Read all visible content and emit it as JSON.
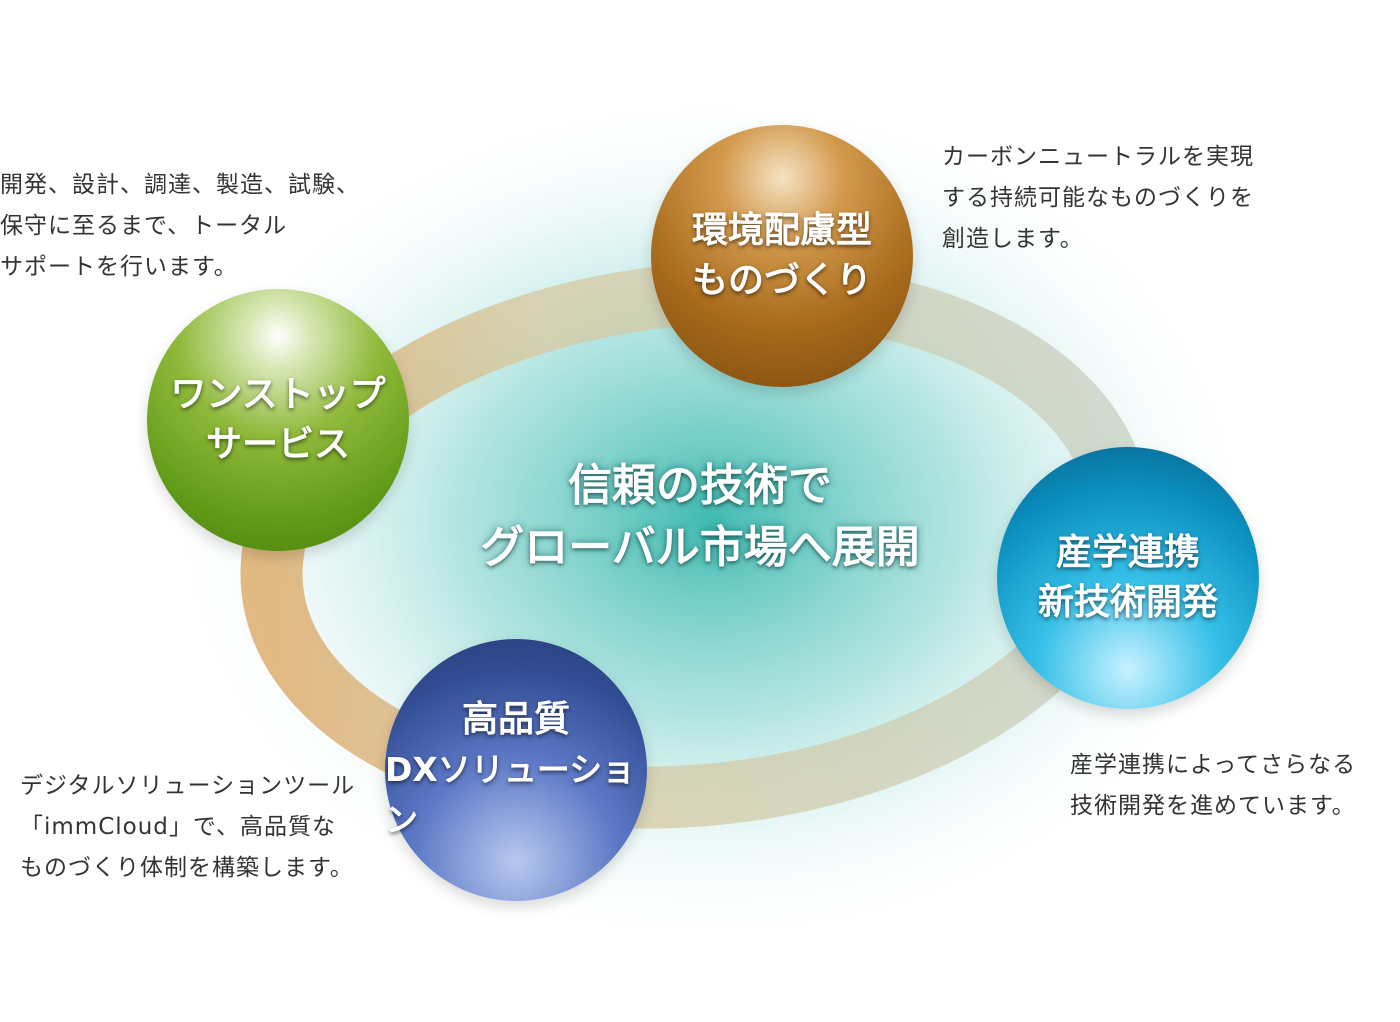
{
  "center": {
    "line1": "信頼の技術で",
    "line2": "グローバル市場へ展開"
  },
  "spheres": {
    "onestop": {
      "line1": "ワンストップ",
      "line2": "サービス",
      "color": "#6aa31c"
    },
    "eco": {
      "line1": "環境配慮型",
      "line2": "ものづくり",
      "color": "#a96b1c"
    },
    "academia": {
      "line1": "産学連携",
      "line2": "新技術開発",
      "color": "#0a8fbf"
    },
    "dx": {
      "line1": "高品質",
      "line2": "DXソリューション",
      "color": "#324c93"
    }
  },
  "descriptions": {
    "onestop": [
      "開発、設計、調達、製造、試験、",
      "保守に至るまで、トータル",
      "サポートを行います。"
    ],
    "eco": [
      "カーボンニュートラルを実現",
      "する持続可能なものづくりを",
      "創造します。"
    ],
    "academia": [
      "産学連携によってさらなる",
      "技術開発を進めています。"
    ],
    "dx": [
      "デジタルソリューションツール",
      "「immCloud」で、高品質な",
      "ものづくり体制を構築します。"
    ]
  }
}
